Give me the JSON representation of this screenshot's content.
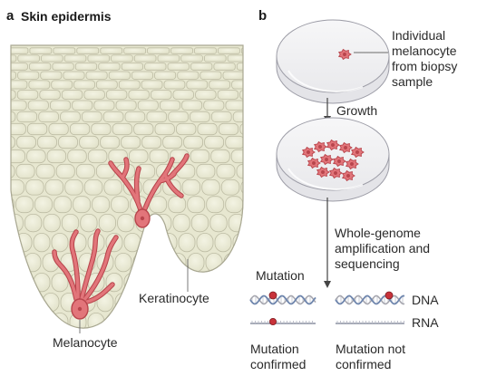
{
  "panel_a": {
    "letter": "a",
    "title": "Skin epidermis",
    "labels": {
      "keratinocyte": "Keratinocyte",
      "melanocyte": "Melanocyte"
    }
  },
  "panel_b": {
    "letter": "b",
    "labels": {
      "individual_line1": "Individual",
      "individual_line2": "melanocyte",
      "individual_line3": "from biopsy",
      "individual_line4": "sample",
      "growth": "Growth",
      "wga_line1": "Whole-genome",
      "wga_line2": "amplification and",
      "wga_line3": "sequencing",
      "mutation": "Mutation",
      "dna": "DNA",
      "rna": "RNA",
      "confirmed_line1": "Mutation",
      "confirmed_line2": "confirmed",
      "not_confirmed_line1": "Mutation not",
      "not_confirmed_line2": "confirmed"
    }
  },
  "colors": {
    "tissue": "#e7e7d0",
    "cell_border": "#b9b8a0",
    "melanocyte": "#e2757a",
    "melanocyte_dark": "#b8454c",
    "dish": "#eeeeef",
    "mutation_dot": "#c8323a",
    "strand_blue": "#6f86ad",
    "strand_grey": "#a8a8b0"
  }
}
